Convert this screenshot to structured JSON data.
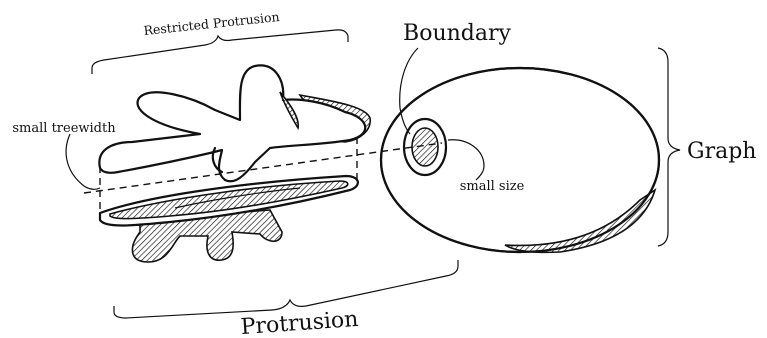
{
  "labels": {
    "restricted_protrusion": "Restricted Protrusion",
    "boundary": "Boundary",
    "small_treewidth": "small treewidth",
    "graph": "Graph",
    "small_size": "small size",
    "protrusion": "Protrusion"
  }
}
